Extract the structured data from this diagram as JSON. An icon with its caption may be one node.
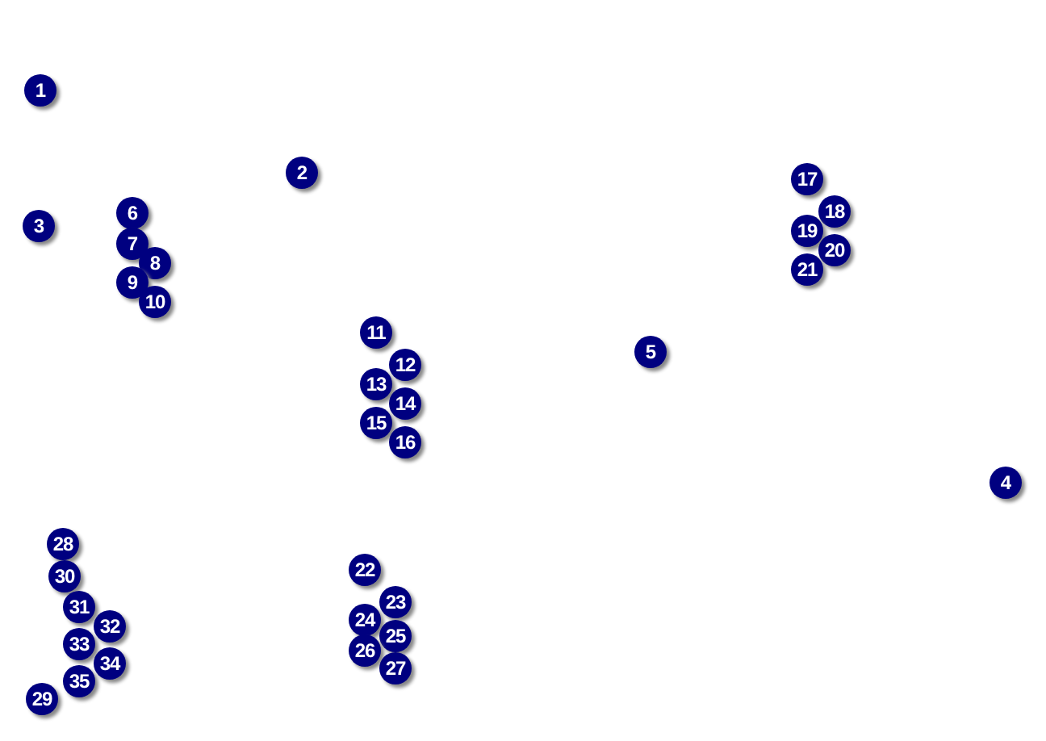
{
  "diagram": {
    "nodes": [
      {
        "text": [
          "1"
        ]
      },
      {
        "text": [
          "2"
        ]
      },
      {
        "text": [
          "3"
        ]
      },
      {
        "text": [
          "4"
        ]
      },
      {
        "text": [
          "5"
        ]
      },
      {
        "text": [
          "6"
        ]
      },
      {
        "text": [
          "7"
        ]
      },
      {
        "text": [
          "8"
        ]
      },
      {
        "text": [
          "9"
        ]
      },
      {
        "text": [
          "10"
        ]
      },
      {
        "text": [
          "11"
        ]
      },
      {
        "text": [
          "12"
        ]
      },
      {
        "text": [
          "13"
        ]
      },
      {
        "text": [
          "14"
        ]
      },
      {
        "text": [
          "15"
        ]
      },
      {
        "text": [
          "16"
        ]
      },
      {
        "text": [
          "17"
        ]
      },
      {
        "text": [
          "18"
        ]
      },
      {
        "text": [
          "19"
        ]
      },
      {
        "text": [
          "20"
        ]
      },
      {
        "text": [
          "21"
        ]
      },
      {
        "text": [
          "22"
        ]
      },
      {
        "text": [
          "23"
        ]
      },
      {
        "text": [
          "24"
        ]
      },
      {
        "text": [
          "25"
        ]
      },
      {
        "text": [
          "26"
        ]
      },
      {
        "text": [
          "27"
        ]
      },
      {
        "text": [
          "28"
        ]
      },
      {
        "text": [
          "29"
        ]
      },
      {
        "text": [
          "30"
        ]
      },
      {
        "text": [
          "31"
        ]
      },
      {
        "text": [
          "32"
        ]
      },
      {
        "text": [
          "33"
        ]
      },
      {
        "text": [
          "34"
        ]
      },
      {
        "text": [
          "35"
        ]
      }
    ]
  }
}
